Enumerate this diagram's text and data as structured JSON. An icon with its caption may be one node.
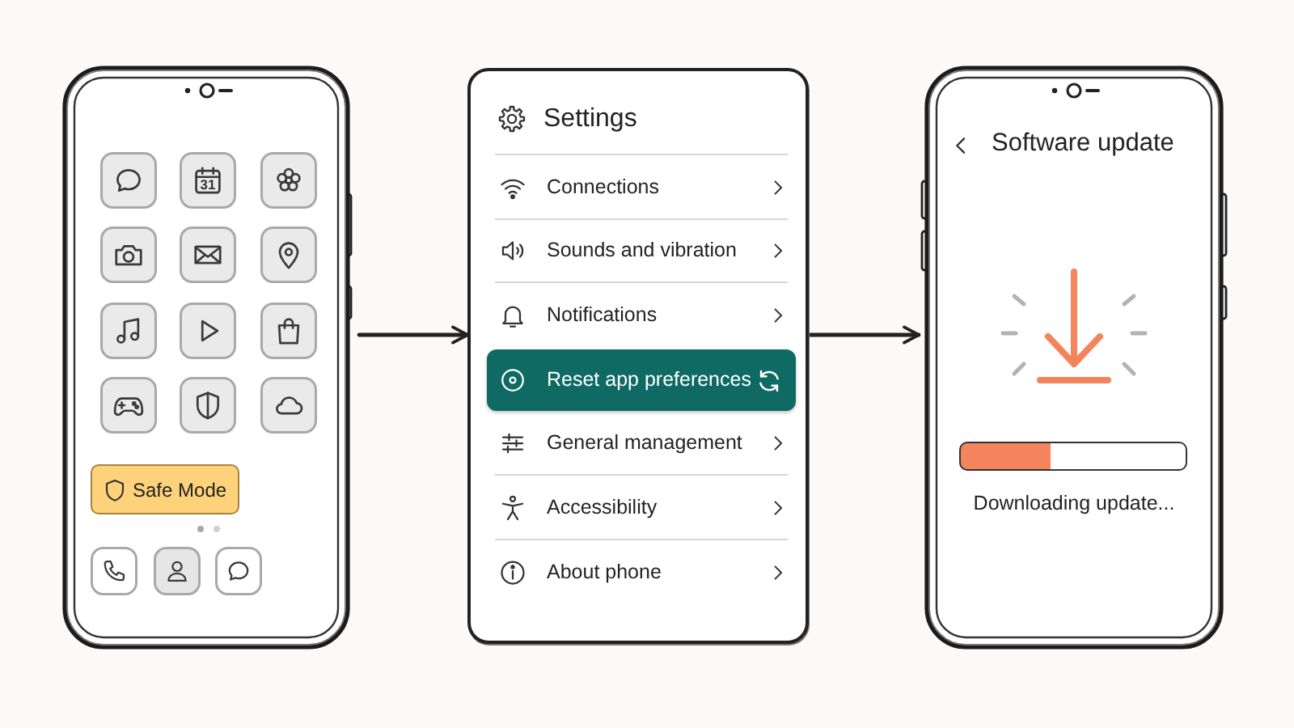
{
  "diagram": {
    "nodes": [
      {
        "text": [],
        "shape": "phone"
      },
      {
        "text": [
          "Safe Mode"
        ],
        "in": 0
      },
      {
        "text": [
          "Settings"
        ]
      },
      {
        "text": [
          "Connections"
        ],
        "in": 2
      },
      {
        "text": [
          "Sounds and vibration"
        ],
        "in": 2
      },
      {
        "text": [
          "Notifications"
        ],
        "in": 2
      },
      {
        "text": [
          "Reset app preferences"
        ],
        "in": 2
      },
      {
        "text": [
          "General management"
        ],
        "in": 2
      },
      {
        "text": [
          "Accessibility"
        ],
        "in": 2
      },
      {
        "text": [
          "About phone"
        ],
        "in": 2
      },
      {
        "text": [
          "Software update",
          "Downloading update..."
        ]
      }
    ],
    "edges": [
      {
        "from": 0,
        "to": 2,
        "arrow": "to"
      },
      {
        "from": 2,
        "to": 10,
        "arrow": "to"
      }
    ],
    "labels": [
      "31"
    ]
  }
}
